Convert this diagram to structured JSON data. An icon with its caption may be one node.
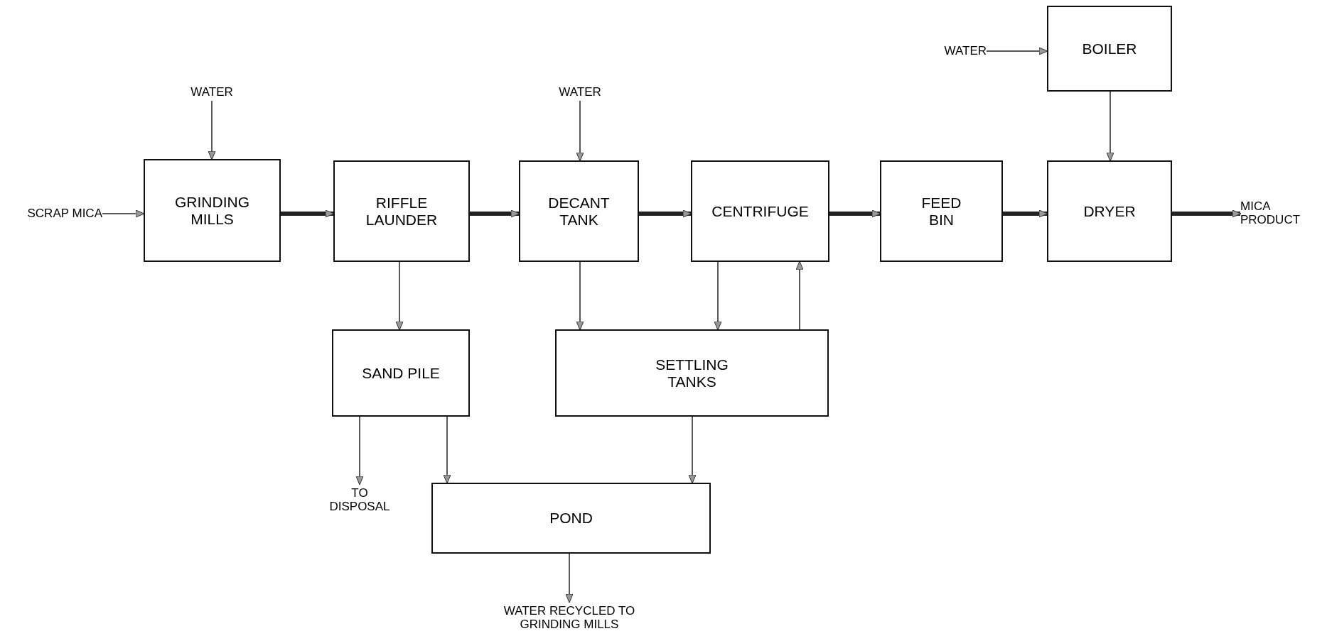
{
  "diagram": {
    "nodes": [
      {
        "text": [
          "WATER"
        ]
      },
      {
        "text": [
          "WATER"
        ]
      },
      {
        "text": [
          "WATER"
        ]
      },
      {
        "text": [
          "BOILER"
        ]
      },
      {
        "text": [
          "SCRAP MICA"
        ]
      },
      {
        "text": [
          "GRINDING MILLS"
        ]
      },
      {
        "text": [
          "RIFFLE LAUNDER"
        ]
      },
      {
        "text": [
          "DECANT TANK"
        ]
      },
      {
        "text": [
          "CENTRIFUGE"
        ]
      },
      {
        "text": [
          "FEED BIN"
        ]
      },
      {
        "text": [
          "DRYER"
        ]
      },
      {
        "text": [
          "MICA PRODUCT"
        ]
      },
      {
        "text": [
          "SAND PILE"
        ]
      },
      {
        "text": [
          "SETTLING TANKS"
        ]
      },
      {
        "text": [
          "TO DISPOSAL"
        ]
      },
      {
        "text": [
          "POND"
        ]
      },
      {
        "text": [
          "WATER RECYCLED TO GRINDING MILLS"
        ]
      }
    ],
    "edges": [
      {
        "from": 2,
        "to": 3,
        "arrow": "to"
      },
      {
        "from": 0,
        "to": 5,
        "arrow": "to"
      },
      {
        "from": 1,
        "to": 7,
        "arrow": "to"
      },
      {
        "from": 3,
        "to": 10,
        "arrow": "to"
      },
      {
        "from": 4,
        "to": 5,
        "arrow": "to"
      },
      {
        "from": 5,
        "to": 6,
        "arrow": "to",
        "style": "thick"
      },
      {
        "from": 6,
        "to": 7,
        "arrow": "to",
        "style": "thick"
      },
      {
        "from": 7,
        "to": 8,
        "arrow": "to",
        "style": "thick"
      },
      {
        "from": 8,
        "to": 9,
        "arrow": "to",
        "style": "thick"
      },
      {
        "from": 9,
        "to": 10,
        "arrow": "to",
        "style": "thick"
      },
      {
        "from": 10,
        "to": 11,
        "arrow": "to",
        "style": "thick"
      },
      {
        "from": 6,
        "to": 12,
        "arrow": "to"
      },
      {
        "from": 7,
        "to": 13,
        "arrow": "to"
      },
      {
        "from": 8,
        "to": 13,
        "arrow": "to"
      },
      {
        "from": 13,
        "to": 8,
        "arrow": "to"
      },
      {
        "from": 12,
        "to": 14,
        "arrow": "to"
      },
      {
        "from": 12,
        "to": 15,
        "arrow": "to"
      },
      {
        "from": 13,
        "to": 15,
        "arrow": "to"
      },
      {
        "from": 15,
        "to": 16,
        "arrow": "to"
      }
    ]
  }
}
